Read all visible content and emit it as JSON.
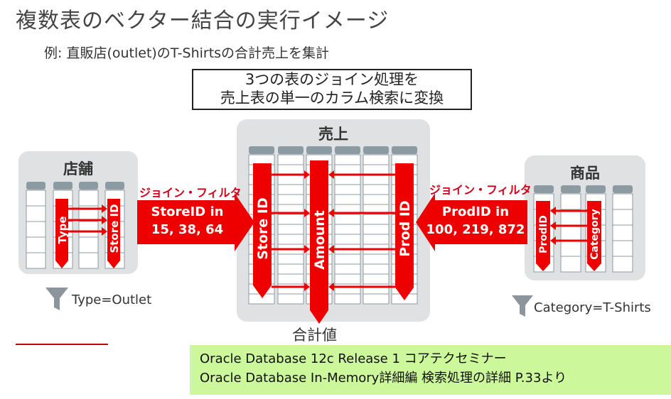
{
  "title": "複数表のベクター結合の実行イメージ",
  "subtitle": "例: 直販店(outlet)のT-Shirtsの合計売上を集計",
  "callout": {
    "line1": "3つの表のジョイン処理を",
    "line2": "売上表の単一のカラム検索に変換"
  },
  "tables": {
    "store": {
      "title": "店舗",
      "columns": [
        "Type",
        "Store ID"
      ]
    },
    "sales": {
      "title": "売上",
      "columns": [
        "Store ID",
        "Amount",
        "Prod ID"
      ]
    },
    "product": {
      "title": "商品",
      "columns": [
        "ProdID",
        "Category"
      ]
    }
  },
  "filters": {
    "left": {
      "label": "ジョイン・フィルタ",
      "line1": "StoreID  in",
      "line2": "15, 38, 64"
    },
    "right": {
      "label": "ジョイン・フィルタ",
      "line1": "ProdID  in",
      "line2": "100, 219, 872"
    }
  },
  "conditions": {
    "store": "Type=Outlet",
    "product": "Category=T-Shirts"
  },
  "result_label": "合計値",
  "footer": {
    "line1": "Oracle Database 12c Release 1 コアテクセミナー",
    "line2": "Oracle Database In-Memory詳細編 検索処理の詳細 P.33より"
  },
  "colors": {
    "accent_red": "#ee0000",
    "panel_gray": "#dfe1e2",
    "column_header": "#8c9aa1",
    "footer_green": "#ccf79a"
  },
  "icons": [
    "funnel-icon"
  ]
}
